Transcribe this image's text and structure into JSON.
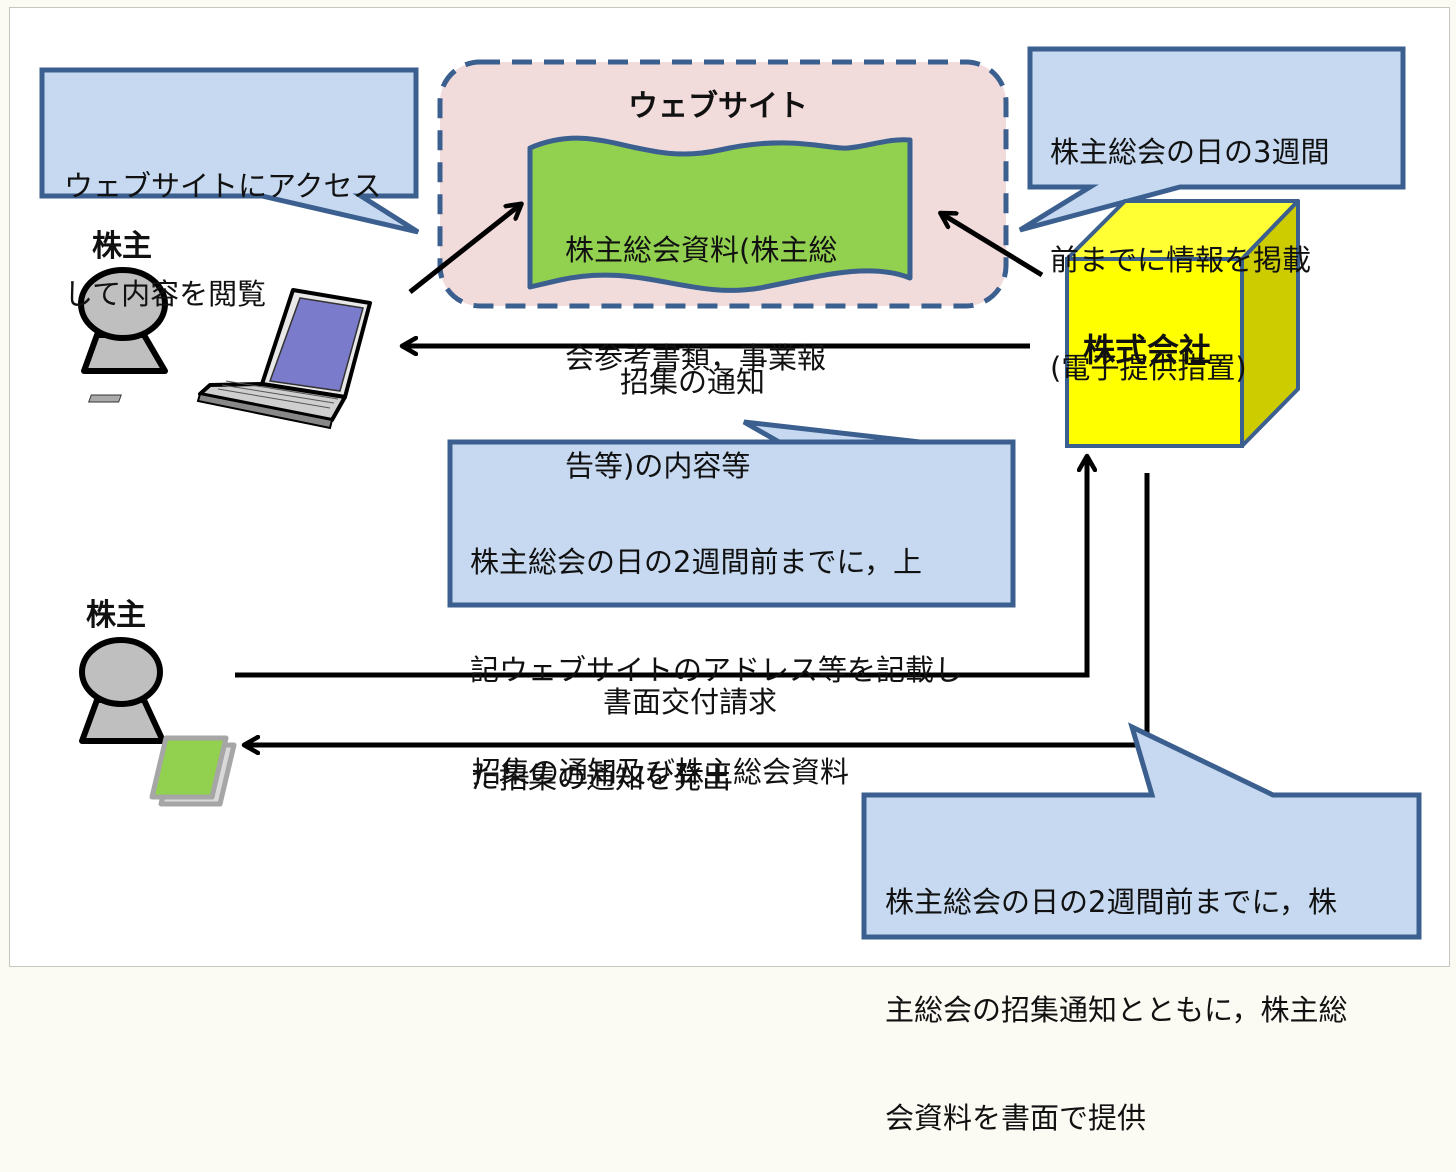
{
  "colors": {
    "callout_fill": "#c6d9f0",
    "callout_stroke": "#3b5f8f",
    "website_fill": "#f2dcdb",
    "website_stroke": "#3b5f8f",
    "document_fill": "#92d050",
    "company_front": "#ffff00",
    "company_top": "#ffff33",
    "company_side": "#cccc00",
    "person_fill": "#bfbfbf",
    "laptop_screen": "#7b7bcc"
  },
  "website": {
    "title": "ウェブサイト",
    "document_lines": [
      "株主総会資料(株主総",
      "会参考書類，事業報",
      "告等)の内容等"
    ]
  },
  "callouts": {
    "access": {
      "lines": [
        "ウェブサイトにアクセス",
        "して内容を閲覧"
      ]
    },
    "publish": {
      "lines": [
        "株主総会の日の3週間",
        "前までに情報を掲載",
        "(電子提供措置)"
      ]
    },
    "notice": {
      "lines": [
        "株主総会の日の2週間前までに，上",
        "記ウェブサイトのアドレス等を記載し",
        "た招集の通知を発出"
      ]
    },
    "paper": {
      "lines": [
        "株主総会の日の2週間前までに，株",
        "主総会の招集通知とともに，株主総",
        "会資料を書面で提供"
      ]
    }
  },
  "actors": {
    "shareholder_top": "株主",
    "shareholder_bottom": "株主",
    "company": "株式会社"
  },
  "arrows": {
    "convocation_notice": "招集の通知",
    "paper_request": "書面交付請求",
    "notice_and_materials": "招集の通知及び株主総会資料"
  }
}
